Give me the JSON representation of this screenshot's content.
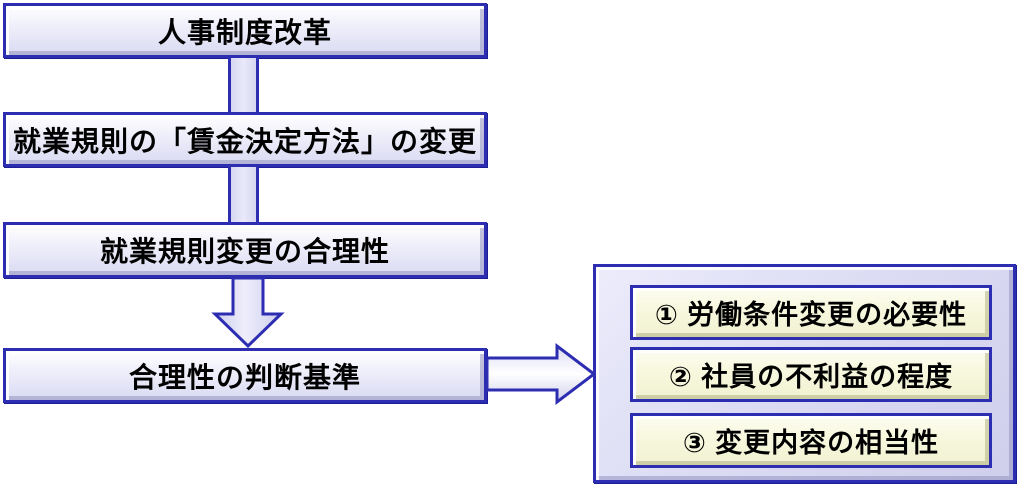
{
  "diagram": {
    "flow_boxes": [
      {
        "label": "人事制度改革"
      },
      {
        "label": "就業規則の「賃金決定方法」の変更"
      },
      {
        "label": "就業規則変更の合理性"
      },
      {
        "label": "合理性の判断基準"
      }
    ],
    "criteria_items": [
      {
        "label": "① 労働条件変更の必要性"
      },
      {
        "label": "② 社員の不利益の程度"
      },
      {
        "label": "③ 変更内容の相当性"
      }
    ],
    "connectors": {
      "vertical_bar_count": 2,
      "down_arrow": "between 就業規則変更の合理性 and 合理性の判断基準",
      "right_arrow": "from 合理性の判断基準 to criteria panel"
    },
    "colors": {
      "border_blue": "#2d2db2",
      "box_fill_lavender": "#dadaf3",
      "panel_fill": "#dcdcf4",
      "criteria_fill_cream": "#f8f8df",
      "text": "#000000",
      "background": "#ffffff"
    }
  }
}
